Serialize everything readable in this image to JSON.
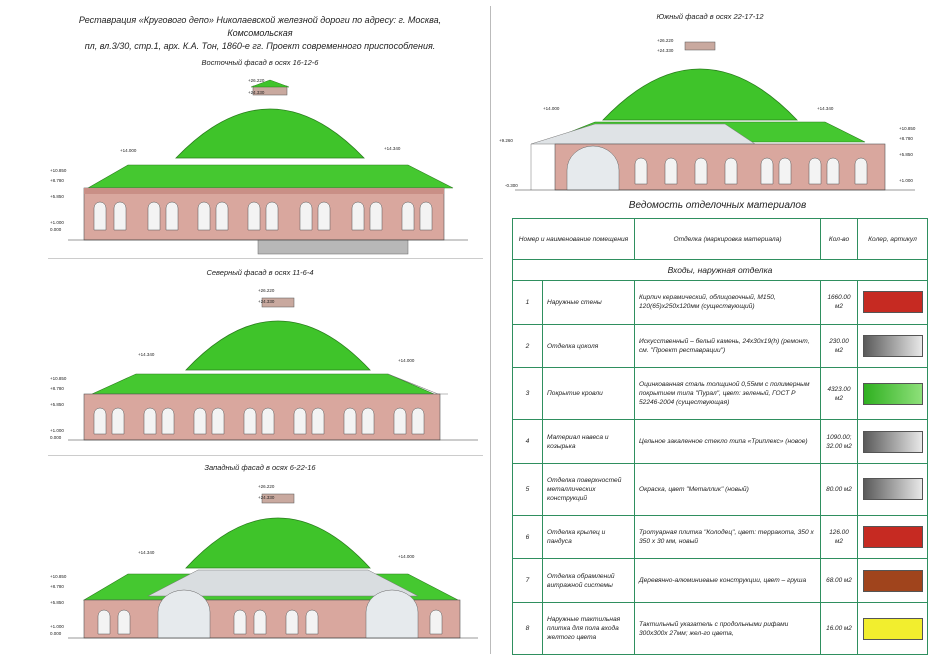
{
  "title": {
    "line1": "Реставрация «Кругового депо» Николаевской железной дороги по адресу: г. Москва, Комсомольская",
    "line2": "пл, вл.3/30, стр.1,  арх. К.А. Тон, 1860-е гг. Проект современного приспособления."
  },
  "facades": {
    "east": "Восточный фасад в осях 16-12-6",
    "north": "Северный фасад в осях 11-6-4",
    "west": "Западный фасад в осях 6-22-16",
    "south": "Южный фасад в осях 22-17-12"
  },
  "elevations": {
    "top": "+26.220",
    "dome": "+24.330",
    "mid": "+14.000",
    "mid2": "+14.340",
    "e10": "+10.850",
    "e8": "+8.780",
    "e5": "+5.850",
    "e1": "+1.000",
    "zero": "0.000",
    "neg": "-0.300",
    "e9": "+9.260"
  },
  "table": {
    "title": "Ведомость отделочных материалов",
    "headers": {
      "name": "Номер и наименование помещения",
      "finish": "Отделка (маркировка материала)",
      "qty": "Кол-во",
      "color": "Колер, артикул"
    },
    "section": "Входы, наружная отделка",
    "rows": [
      {
        "num": "1",
        "name": "Наружные стены",
        "finish": "Кирпич керамический, облицовочный, М150, 120(65)x250x120мм (существующий)",
        "qty": "1660.00 м2",
        "color": "#c62a22"
      },
      {
        "num": "2",
        "name": "Отделка цоколя",
        "finish": "Искусственный – белый камень, 24x30x19(h) (ремонт, см. \"Проект реставрации\")",
        "qty": "230.00 м2",
        "color": "#9a9a9a"
      },
      {
        "num": "3",
        "name": "Покрытие кровли",
        "finish": "Оцинкованная сталь толщиной 0,55мм с полимерным покрытием типа \"Пурал\", цвет: зеленый, ГОСТ Р 52246-2004 (существующая)",
        "qty": "4323.00 м2",
        "color": "#3fbf2a"
      },
      {
        "num": "4",
        "name": "Материал навеса и козырька",
        "finish": "Цельное закаленное стекло типа «Триплекс» (новое)",
        "qty": "1090.00; 32.00 м2",
        "color": "#8a8a8a"
      },
      {
        "num": "5",
        "name": "Отделка поверхностей металлических конструкций",
        "finish": "Окраска, цвет \"Металлик\" (новый)",
        "qty": "80.00 м2",
        "color": "#a8a8a8"
      },
      {
        "num": "6",
        "name": "Отделка крылец и пандуса",
        "finish": "Тротуарная плитка \"Колодец\", цвет: терракота, 350 x 350 x 30 мм, новый",
        "qty": "126.00 м2",
        "color": "#c62a22"
      },
      {
        "num": "7",
        "name": "Отделка обрамлений витражной системы",
        "finish": "Деревянно-алюминиевые конструкции, цвет – груша",
        "qty": "68.00 м2",
        "color": "#a0441c"
      },
      {
        "num": "8",
        "name": "Наружные тактильная плитка для пола входа желтого цвета",
        "finish": "Тактильный указатель с продольными рифами 300x300x 27мм; жел-го цвета,",
        "qty": "16.00 м2",
        "color": "#f2ee2e"
      }
    ]
  }
}
